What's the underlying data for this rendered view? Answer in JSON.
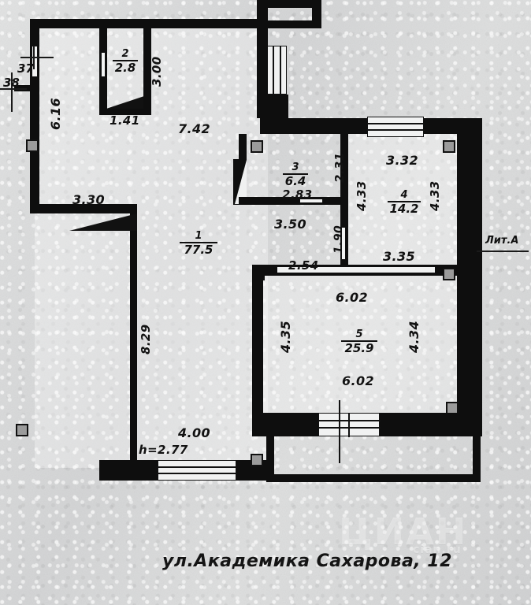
{
  "document": {
    "type": "floor-plan",
    "caption": "ул.Академика Сахарова,  12",
    "literal_label": "Лит.А",
    "ceiling_height_label": "h=2.77"
  },
  "watermark": {
    "main": "ЦИАН",
    "sub": "cian.ru"
  },
  "entrance_markers": [
    {
      "id": "marker-37",
      "label": "37"
    },
    {
      "id": "marker-38",
      "label": "38"
    }
  ],
  "rooms": [
    {
      "id": "room-1",
      "number": "1",
      "area": "77.5"
    },
    {
      "id": "room-2",
      "number": "2",
      "area": "2.8"
    },
    {
      "id": "room-3",
      "number": "3",
      "area": "6.4"
    },
    {
      "id": "room-4",
      "number": "4",
      "area": "14.2"
    },
    {
      "id": "room-5",
      "number": "5",
      "area": "25.9"
    }
  ],
  "dimensions": {
    "room1_top": "7.42",
    "room1_left_upper": "6.16",
    "room1_left_lower": "3.30",
    "room1_inner_vertical": "8.29",
    "room1_bottom": "4.00",
    "room2_width": "1.41",
    "room2_height": "3.00",
    "room3_width": "2.83",
    "room3_height": "2.31",
    "room3_bottom": "3.50",
    "room3_corridor_vertical": "1.90",
    "room4_top": "3.32",
    "room4_bottom": "3.35",
    "room4_left": "4.33",
    "room4_right": "4.33",
    "room4_outer_left": "4.33",
    "corridor_bottom": "2.54",
    "room5_top": "6.02",
    "room5_bottom": "6.02",
    "room5_left": "4.35",
    "room5_right": "4.34"
  },
  "colors": {
    "wall": "#0e0e0e",
    "paper": "#dcdddd",
    "ink": "#101010"
  }
}
